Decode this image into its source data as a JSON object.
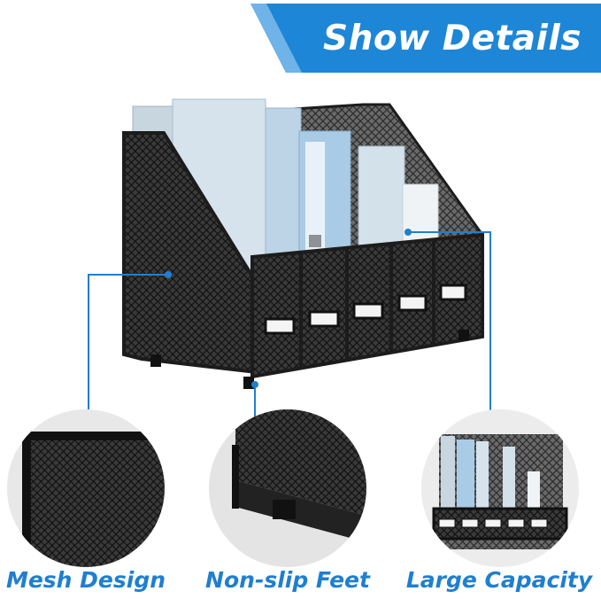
{
  "banner": {
    "title": "Show Details",
    "accent": "#1e86d6"
  },
  "product": {
    "name": "mesh-file-organizer"
  },
  "features": [
    {
      "caption": "Mesh Design",
      "icon": "mesh-detail"
    },
    {
      "caption": "Non-slip Feet",
      "icon": "foot-detail"
    },
    {
      "caption": "Large Capacity",
      "icon": "capacity-detail"
    }
  ],
  "colors": {
    "accent": "#1f7fd0",
    "frame": "#1c1c1c",
    "folder_light": "#c9dcea",
    "folder_blue": "#a9cbe6"
  }
}
